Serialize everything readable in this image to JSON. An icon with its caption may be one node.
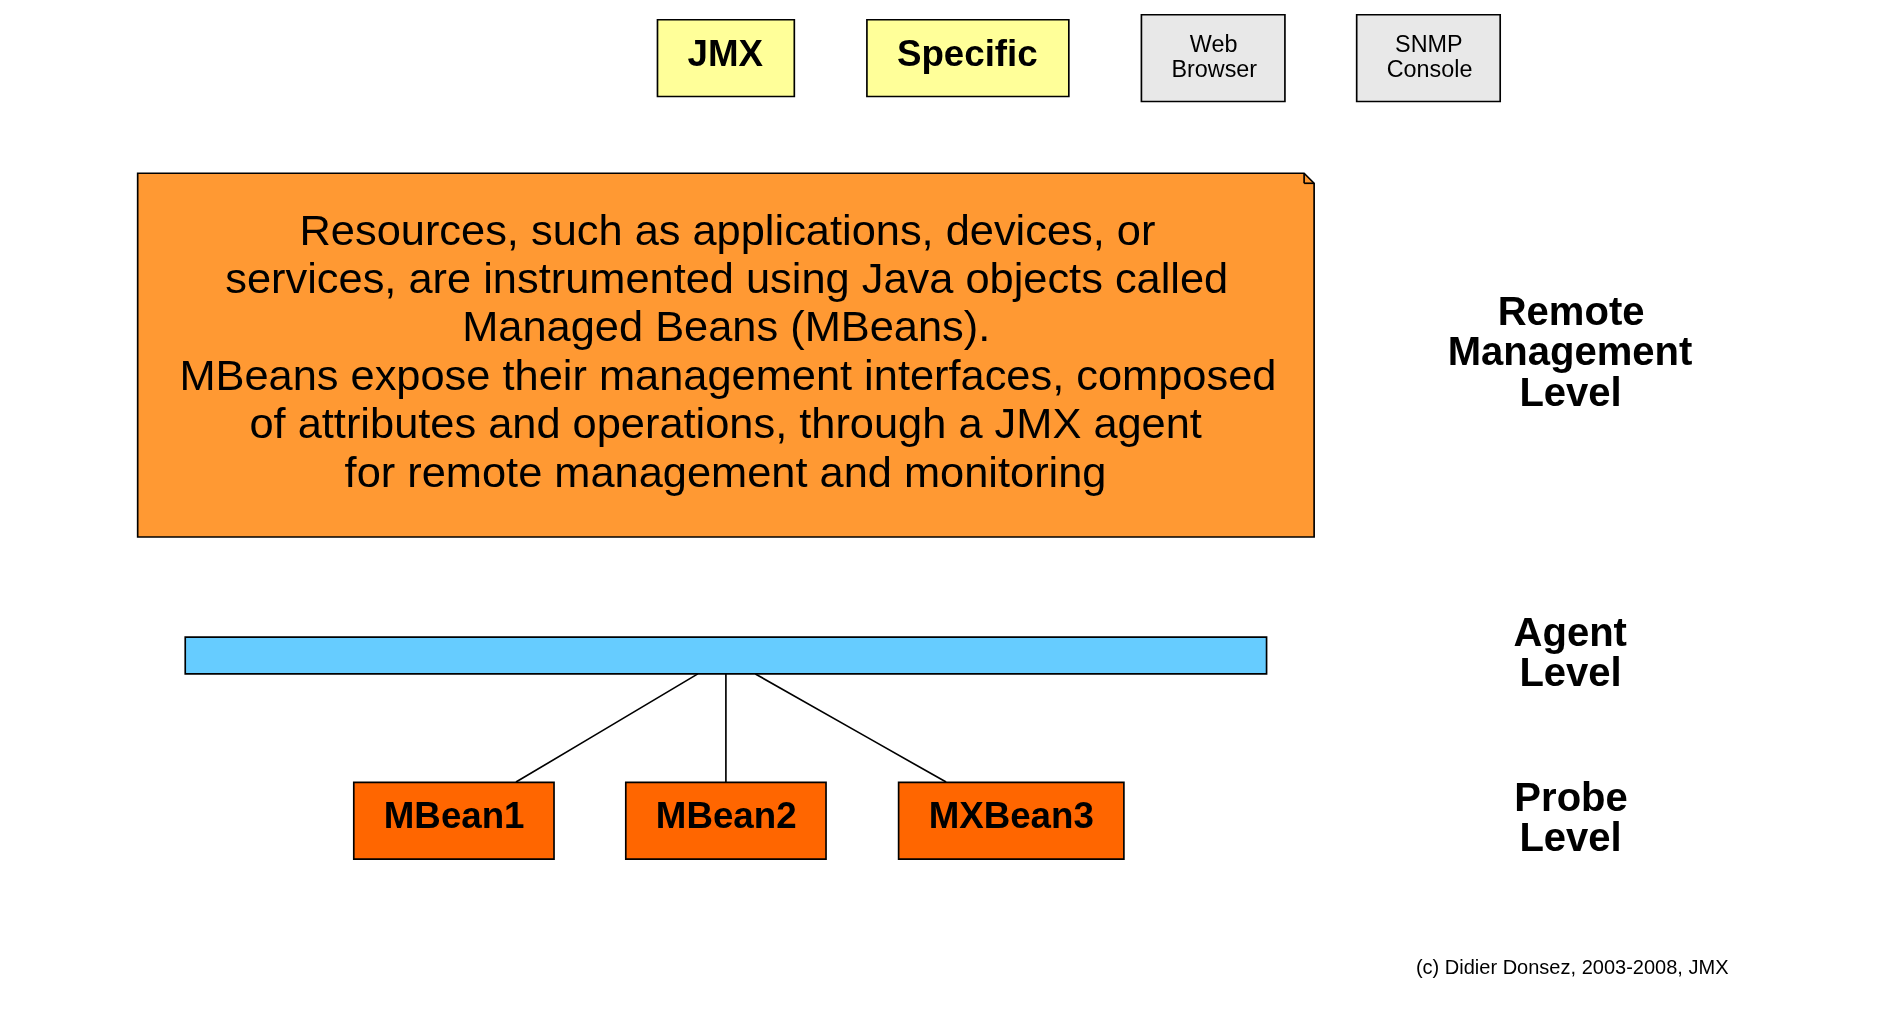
{
  "diagram": {
    "nodes": [
      {
        "text": [
          "JMX"
        ]
      },
      {
        "text": [
          "Specific"
        ]
      },
      {
        "text": [
          "Web Browser"
        ]
      },
      {
        "text": [
          "SNMP Console"
        ]
      },
      {
        "text": [
          "Resources, such as applications, devices, or services, are instrumented using Java objects called Managed Beans (MBeans).",
          "MBeans expose their management interfaces, composed of attributes and operations, through a JMX agent for remote management and monitoring"
        ]
      },
      {
        "text": [],
        "shape": "bar"
      },
      {
        "text": [
          "MBean1"
        ]
      },
      {
        "text": [
          "MBean2"
        ]
      },
      {
        "text": [
          "MXBean3"
        ]
      }
    ],
    "edges": [
      {
        "from": 5,
        "to": 6,
        "arrow": "none"
      },
      {
        "from": 5,
        "to": 7,
        "arrow": "none"
      },
      {
        "from": 5,
        "to": 8,
        "arrow": "none"
      }
    ],
    "labels": [
      "Remote Management Level",
      "Agent Level",
      "Probe Level",
      "(c) Didier Donsez, 2003-2008, JMX"
    ]
  }
}
